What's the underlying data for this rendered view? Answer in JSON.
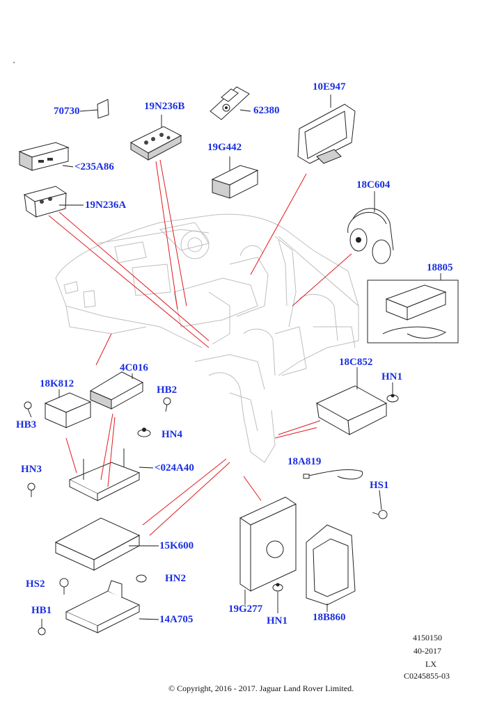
{
  "labels": {
    "p70730": "70730",
    "p19N236B": "19N236B",
    "p62380": "62380",
    "p10E947": "10E947",
    "p235A86": "<235A86",
    "p19G442": "19G442",
    "p19N236A": "19N236A",
    "p18C604": "18C604",
    "p18805": "18805",
    "p4C016": "4C016",
    "p18K812": "18K812",
    "pHB2": "HB2",
    "pHB3": "HB3",
    "pHN4": "HN4",
    "p18C852": "18C852",
    "pHN1a": "HN1",
    "p024A40": "<024A40",
    "pHN3": "HN3",
    "p18A819": "18A819",
    "pHS1": "HS1",
    "p15K600": "15K600",
    "pHS2": "HS2",
    "pHN2": "HN2",
    "pHB1": "HB1",
    "p14A705": "14A705",
    "p19G277": "19G277",
    "pHN1b": "HN1",
    "p18B860": "18B860"
  },
  "meta": {
    "line1": "4150150",
    "line2": "40-2017",
    "line3": "LX",
    "line4": "C0245855-03"
  },
  "copyright": "© Copyright, 2016 - 2017. Jaguar Land Rover Limited.",
  "colors": {
    "label": "#1a2ee0",
    "callout_line": "#e0181c",
    "drawing": "#222222",
    "ghost": "#bdbdbd"
  }
}
